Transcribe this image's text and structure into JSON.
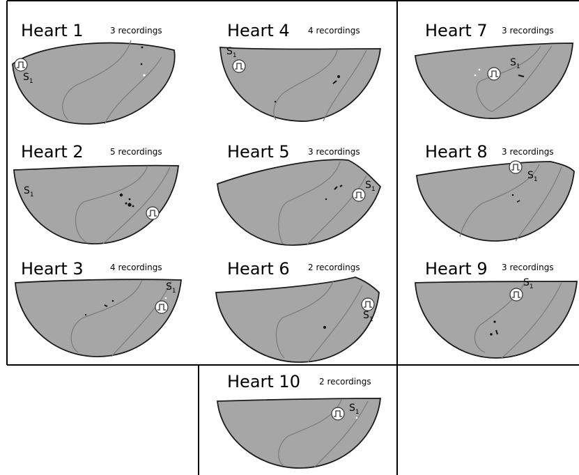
{
  "figure": {
    "panels": [
      {
        "id": 1,
        "title": "Heart 1",
        "recordings": "3 recordings",
        "stim_label": "S",
        "stim_sub": "1",
        "icon": "stimulus-pulse-icon"
      },
      {
        "id": 2,
        "title": "Heart 2",
        "recordings": "5 recordings",
        "stim_label": "S",
        "stim_sub": "1",
        "icon": "stimulus-pulse-icon"
      },
      {
        "id": 3,
        "title": "Heart 3",
        "recordings": "4 recordings",
        "stim_label": "S",
        "stim_sub": "1",
        "icon": "stimulus-pulse-icon"
      },
      {
        "id": 4,
        "title": "Heart 4",
        "recordings": "4 recordings",
        "stim_label": "S",
        "stim_sub": "1",
        "icon": "stimulus-pulse-icon"
      },
      {
        "id": 5,
        "title": "Heart 5",
        "recordings": "3 recordings",
        "stim_label": "S",
        "stim_sub": "1",
        "icon": "stimulus-pulse-icon"
      },
      {
        "id": 6,
        "title": "Heart 6",
        "recordings": "2 recordings",
        "stim_label": "S",
        "stim_sub": "1",
        "icon": "stimulus-pulse-icon"
      },
      {
        "id": 7,
        "title": "Heart 7",
        "recordings": "3 recordings",
        "stim_label": "S",
        "stim_sub": "1",
        "icon": "stimulus-pulse-icon"
      },
      {
        "id": 8,
        "title": "Heart 8",
        "recordings": "3 recordings",
        "stim_label": "S",
        "stim_sub": "1",
        "icon": "stimulus-pulse-icon"
      },
      {
        "id": 9,
        "title": "Heart 9",
        "recordings": "3 recordings",
        "stim_label": "S",
        "stim_sub": "1",
        "icon": "stimulus-pulse-icon"
      },
      {
        "id": 10,
        "title": "Heart 10",
        "recordings": "2 recordings",
        "stim_label": "S",
        "stim_sub": "1",
        "icon": "stimulus-pulse-icon"
      }
    ],
    "colors": {
      "tissue": "#a6a6a6",
      "outline": "#1a1a1a",
      "contour": "#7a7a7a",
      "recording_site": "#111111"
    }
  }
}
